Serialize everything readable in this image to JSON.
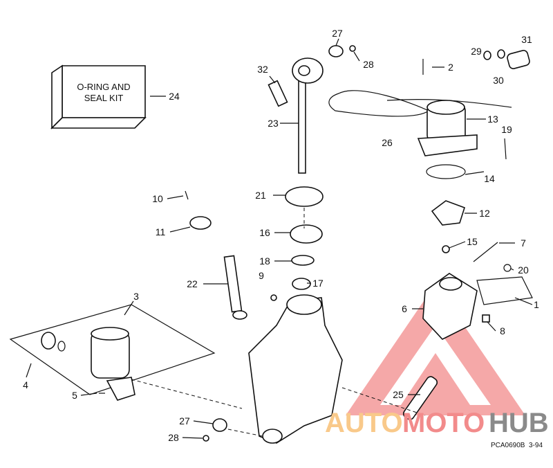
{
  "kit_box": {
    "line1": "O-RING AND",
    "line2": "SEAL KIT"
  },
  "callouts": {
    "c1": "1",
    "c2": "2",
    "c3": "3",
    "c4": "4",
    "c5": "5",
    "c6": "6",
    "c7": "7",
    "c8": "8",
    "c9": "9",
    "c10": "10",
    "c11": "11",
    "c12": "12",
    "c13": "13",
    "c14": "14",
    "c15": "15",
    "c16": "16",
    "c17": "17",
    "c18": "18",
    "c19": "19",
    "c20": "20",
    "c21": "21",
    "c22": "22",
    "c23": "23",
    "c24": "24",
    "c25": "25",
    "c26": "26",
    "c27a": "27",
    "c27b": "27",
    "c28a": "28",
    "c28b": "28",
    "c29": "29",
    "c30": "30",
    "c31": "31",
    "c32": "32"
  },
  "footer": {
    "code": "PCA0690B",
    "date": "3-94"
  },
  "watermark": {
    "part1": "AUTO",
    "part2": "MOTO",
    "part3": "HUB",
    "colors": [
      "#f9c98a",
      "#f28b8b",
      "#8a8a8a"
    ]
  }
}
